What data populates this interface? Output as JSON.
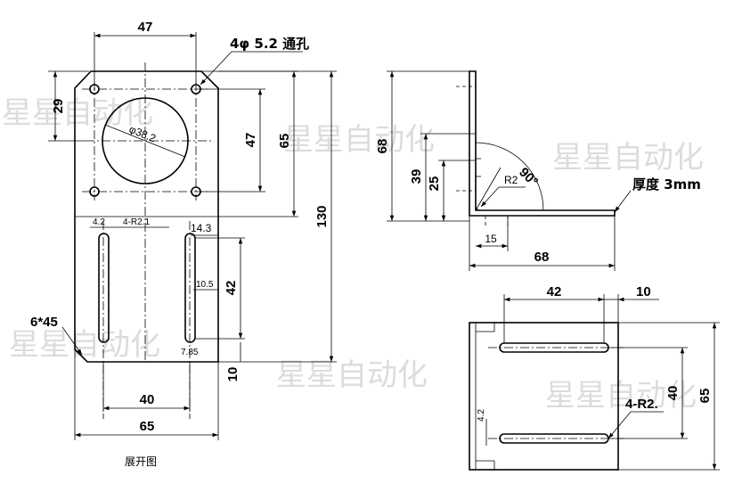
{
  "watermark": "星星自动化",
  "caption": "展开图",
  "callouts": {
    "holes": "4φ 5.2 通孔",
    "thickness": "厚度 3mm",
    "chamfer": "6*45",
    "slot_radius_flat": "4-R2.1",
    "slot_radius_side": "4-R2.",
    "bend_radius": "R2",
    "bend_angle": "90°"
  },
  "flat_dims": {
    "hole_spacing_top": "47",
    "top_edge": "29",
    "hole_spacing_vertical": "47",
    "plate_upper": "65",
    "total_height": "130",
    "bore": "φ38.2",
    "slot_offset": "4.2",
    "slot_top": "14.3",
    "slot_width": "10.5",
    "slot_length": "42",
    "slot_end": "7.85",
    "bottom_edge": "10",
    "slot_spacing": "40",
    "plate_width": "65"
  },
  "side_dims": {
    "height": "68",
    "bend_to_hole": "39",
    "hole_offset": "25",
    "bend_inner": "15",
    "base_length": "68"
  },
  "bottom_dims": {
    "slot_length": "42",
    "end_margin": "10",
    "slot_spacing": "40",
    "width": "65",
    "offset": "4.2"
  }
}
